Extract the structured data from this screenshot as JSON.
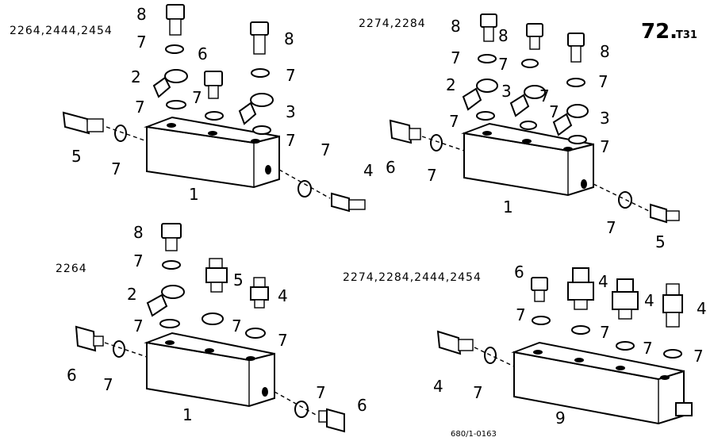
{
  "page": {
    "number": "72.",
    "suffix": "T31",
    "code": "680/1-0163"
  },
  "groups": [
    {
      "id": "top-left",
      "models": "2264,2444,2454",
      "labels": [
        "8",
        "7",
        "2",
        "7",
        "6",
        "7",
        "8",
        "7",
        "3",
        "7",
        "5",
        "7",
        "1",
        "7",
        "4"
      ]
    },
    {
      "id": "top-right",
      "models": "2274,2284",
      "labels": [
        "8",
        "8",
        "8",
        "7",
        "7",
        "7",
        "2",
        "3",
        "7",
        "7",
        "7",
        "3",
        "7",
        "6",
        "7",
        "1",
        "7",
        "5"
      ]
    },
    {
      "id": "bottom-left",
      "models": "2264",
      "labels": [
        "8",
        "7",
        "5",
        "4",
        "2",
        "7",
        "7",
        "7",
        "6",
        "7",
        "1",
        "7",
        "6"
      ]
    },
    {
      "id": "bottom-right",
      "models": "2274,2284,2444,2454",
      "labels": [
        "6",
        "4",
        "4",
        "4",
        "7",
        "7",
        "7",
        "7",
        "4",
        "7",
        "9"
      ]
    }
  ]
}
